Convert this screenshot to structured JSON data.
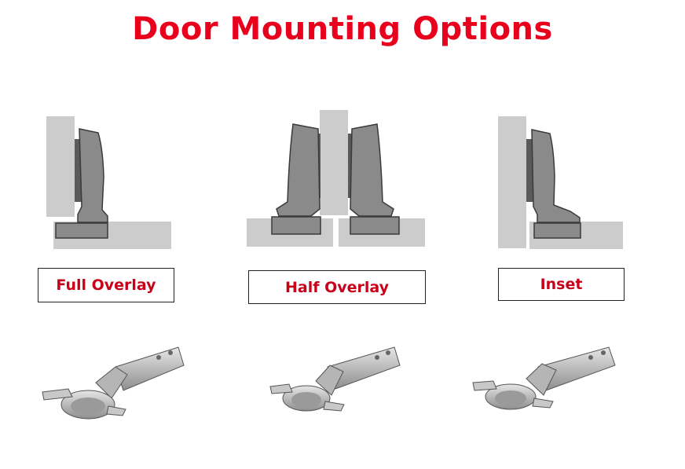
{
  "title": "Door Mounting Options",
  "colors": {
    "title": "#e8001c",
    "label_text": "#c8001a",
    "panel_light": "#cccccc",
    "hinge_dark": "#666666",
    "hinge_mid": "#8a8a8a",
    "hinge_metal": "#c0c0c0"
  },
  "options": [
    {
      "label": "Full Overlay"
    },
    {
      "label": "Half Overlay"
    },
    {
      "label": "Inset"
    }
  ]
}
